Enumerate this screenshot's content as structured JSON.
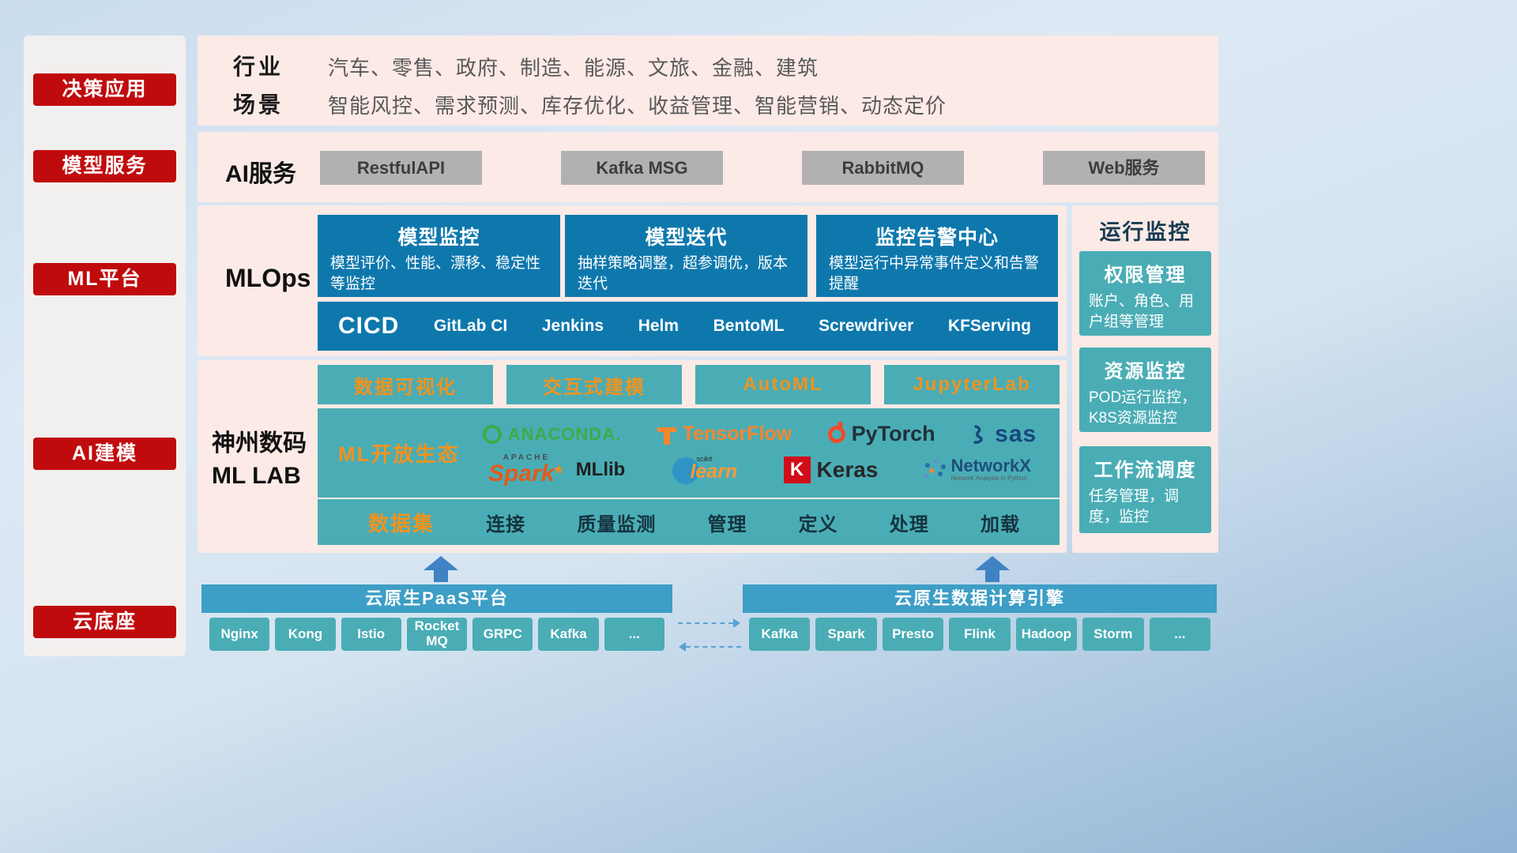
{
  "colors": {
    "accent_red": "#c00b0d",
    "panel_pink": "#fceae6",
    "deep_blue": "#0e78ad",
    "teal": "#4aadb5",
    "banner_blue": "#3d9ec6",
    "orange": "#f0931f",
    "gray_button": "#b1b1b1"
  },
  "sidebar": {
    "items": [
      {
        "label": "决策应用"
      },
      {
        "label": "模型服务"
      },
      {
        "label": "ML平台"
      },
      {
        "label": "AI建模"
      },
      {
        "label": "云底座"
      }
    ]
  },
  "industry": {
    "row1_label": "行业",
    "row1_text": "汽车、零售、政府、制造、能源、文旅、金融、建筑",
    "row2_label": "场景",
    "row2_text": "智能风控、需求预测、库存优化、收益管理、智能营销、动态定价"
  },
  "ai_service": {
    "label": "AI服务",
    "items": [
      "RestfulAPI",
      "Kafka MSG",
      "RabbitMQ",
      "Web服务"
    ]
  },
  "mlops": {
    "label": "MLOps",
    "cards": [
      {
        "title": "模型监控",
        "desc": "模型评价、性能、漂移、稳定性等监控"
      },
      {
        "title": "模型迭代",
        "desc": "抽样策略调整，超参调优，版本迭代"
      },
      {
        "title": "监控告警中心",
        "desc": "模型运行中异常事件定义和告警提醒"
      }
    ],
    "cicd_label": "CICD",
    "cicd_items": [
      "GitLab CI",
      "Jenkins",
      "Helm",
      "BentoML",
      "Screwdriver",
      "KFServing"
    ]
  },
  "mllab": {
    "label_line1": "神州数码",
    "label_line2": "ML LAB",
    "tools": [
      "数据可视化",
      "交互式建模",
      "AutoML",
      "JupyterLab"
    ],
    "eco_label": "ML开放生态",
    "logos": {
      "anaconda": "ANACONDA.",
      "tensorflow": "TensorFlow",
      "pytorch": "PyTorch",
      "sas": "sas",
      "spark_apache": "APACHE",
      "spark": "Spark",
      "spark_star": "★",
      "mllib": "MLlib",
      "scikit": "scikit",
      "learn": "learn",
      "keras_k": "K",
      "keras": "Keras",
      "networkx": "NetworkX",
      "networkx_sub": "Network Analysis in Python"
    },
    "dataset_label": "数据集",
    "dataset_items": [
      "连接",
      "质量监测",
      "管理",
      "定义",
      "处理",
      "加载"
    ]
  },
  "monitor": {
    "title": "运行监控",
    "cards": [
      {
        "title": "权限管理",
        "desc": "账户、角色、用户组等管理"
      },
      {
        "title": "资源监控",
        "desc": "POD运行监控，K8S资源监控"
      },
      {
        "title": "工作流调度",
        "desc": "任务管理，调度，监控"
      }
    ]
  },
  "paas": {
    "title": "云原生PaaS平台",
    "items": [
      "Nginx",
      "Kong",
      "Istio",
      "RocketMQ",
      "GRPC",
      "Kafka",
      "..."
    ]
  },
  "engine": {
    "title": "云原生数据计算引擎",
    "items": [
      "Kafka",
      "Spark",
      "Presto",
      "Flink",
      "Hadoop",
      "Storm",
      "..."
    ]
  }
}
